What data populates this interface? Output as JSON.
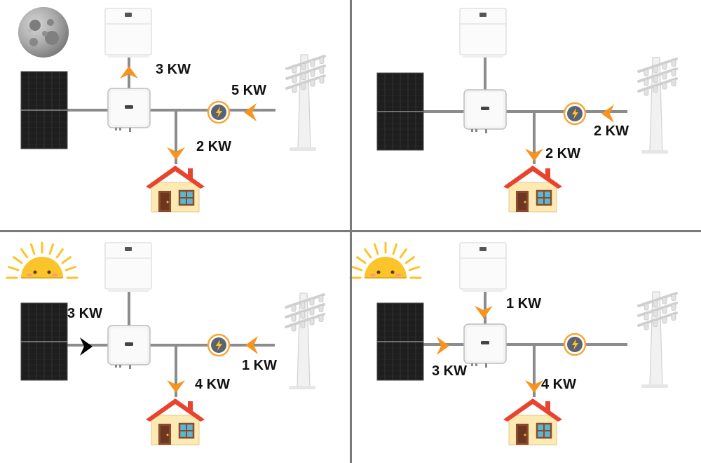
{
  "colors": {
    "flow_arrow": "#f7941d",
    "solar_arrow": "#000000",
    "wire": "#8c8c8c",
    "divider": "#7a7a7a",
    "house_roof": "#e8432e",
    "house_wall": "#fde9b2",
    "sun": "#fcc42b",
    "meter_ring": "#f7a637",
    "meter_face": "#5b6270",
    "text": "#111111"
  },
  "icons": [
    "moon-icon",
    "sun-icon",
    "battery-icon",
    "inverter-icon",
    "solar-panel-icon",
    "grid-meter-icon",
    "utility-pole-icon",
    "house-icon"
  ],
  "scenarios": [
    {
      "name": "night",
      "sky_icon": "moon-icon",
      "flows": {
        "battery": {
          "direction": "to-battery",
          "label": "3 KW"
        },
        "grid": {
          "direction": "from-grid",
          "label": "5 KW"
        },
        "house": {
          "direction": "to-house",
          "label": "2 KW"
        },
        "solar": {
          "direction": "none",
          "label": ""
        }
      }
    },
    {
      "name": "idle",
      "sky_icon": "",
      "flows": {
        "battery": {
          "direction": "none",
          "label": ""
        },
        "grid": {
          "direction": "from-grid",
          "label": "2 KW"
        },
        "house": {
          "direction": "to-house",
          "label": "2 KW"
        },
        "solar": {
          "direction": "none",
          "label": ""
        }
      }
    },
    {
      "name": "day-solar",
      "sky_icon": "sun-icon",
      "flows": {
        "battery": {
          "direction": "none",
          "label": ""
        },
        "grid": {
          "direction": "from-grid",
          "label": "1 KW"
        },
        "house": {
          "direction": "to-house",
          "label": "4 KW"
        },
        "solar": {
          "direction": "from-solar",
          "label": "3 KW"
        }
      }
    },
    {
      "name": "day-battery",
      "sky_icon": "sun-icon",
      "flows": {
        "battery": {
          "direction": "from-battery",
          "label": "1 KW"
        },
        "grid": {
          "direction": "none",
          "label": ""
        },
        "house": {
          "direction": "to-house",
          "label": "4 KW"
        },
        "solar": {
          "direction": "from-solar",
          "label": "3 KW"
        }
      }
    }
  ]
}
